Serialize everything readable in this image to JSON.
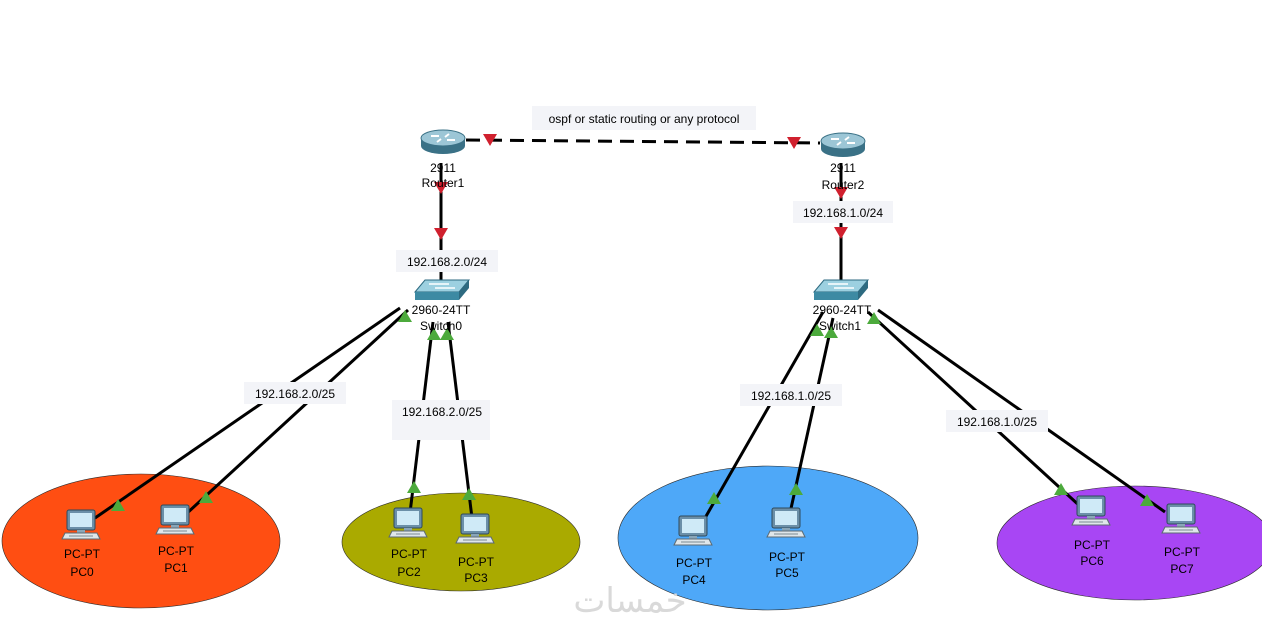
{
  "wan_link": {
    "label": "ospf or static routing or any protocol"
  },
  "routers": [
    {
      "model": "2911",
      "name": "Router1"
    },
    {
      "model": "2911",
      "name": "Router2"
    }
  ],
  "switches": [
    {
      "model": "2960-24TT",
      "name": "Switch0"
    },
    {
      "model": "2960-24TT",
      "name": "Switch1"
    }
  ],
  "subnets": {
    "router1_switch0": "192.168.2.0/24",
    "router2_switch1": "192.168.1.0/24",
    "switch0_pc0_pc1": "192.168.2.0/25",
    "switch0_pc2_pc3": "192.168.2.0/25",
    "switch1_pc4_pc5": "192.168.1.0/25",
    "switch1_pc6_pc7": "192.168.1.0/25"
  },
  "pcs": [
    {
      "type": "PC-PT",
      "name": "PC0"
    },
    {
      "type": "PC-PT",
      "name": "PC1"
    },
    {
      "type": "PC-PT",
      "name": "PC2"
    },
    {
      "type": "PC-PT",
      "name": "PC3"
    },
    {
      "type": "PC-PT",
      "name": "PC4"
    },
    {
      "type": "PC-PT",
      "name": "PC5"
    },
    {
      "type": "PC-PT",
      "name": "PC6"
    },
    {
      "type": "PC-PT",
      "name": "PC7"
    }
  ],
  "groups": [
    {
      "color": "#ff4e12"
    },
    {
      "color": "#aaaa00"
    },
    {
      "color": "#4ea8f8"
    },
    {
      "color": "#a846f4"
    }
  ],
  "watermark": {
    "text": "خمسات"
  }
}
